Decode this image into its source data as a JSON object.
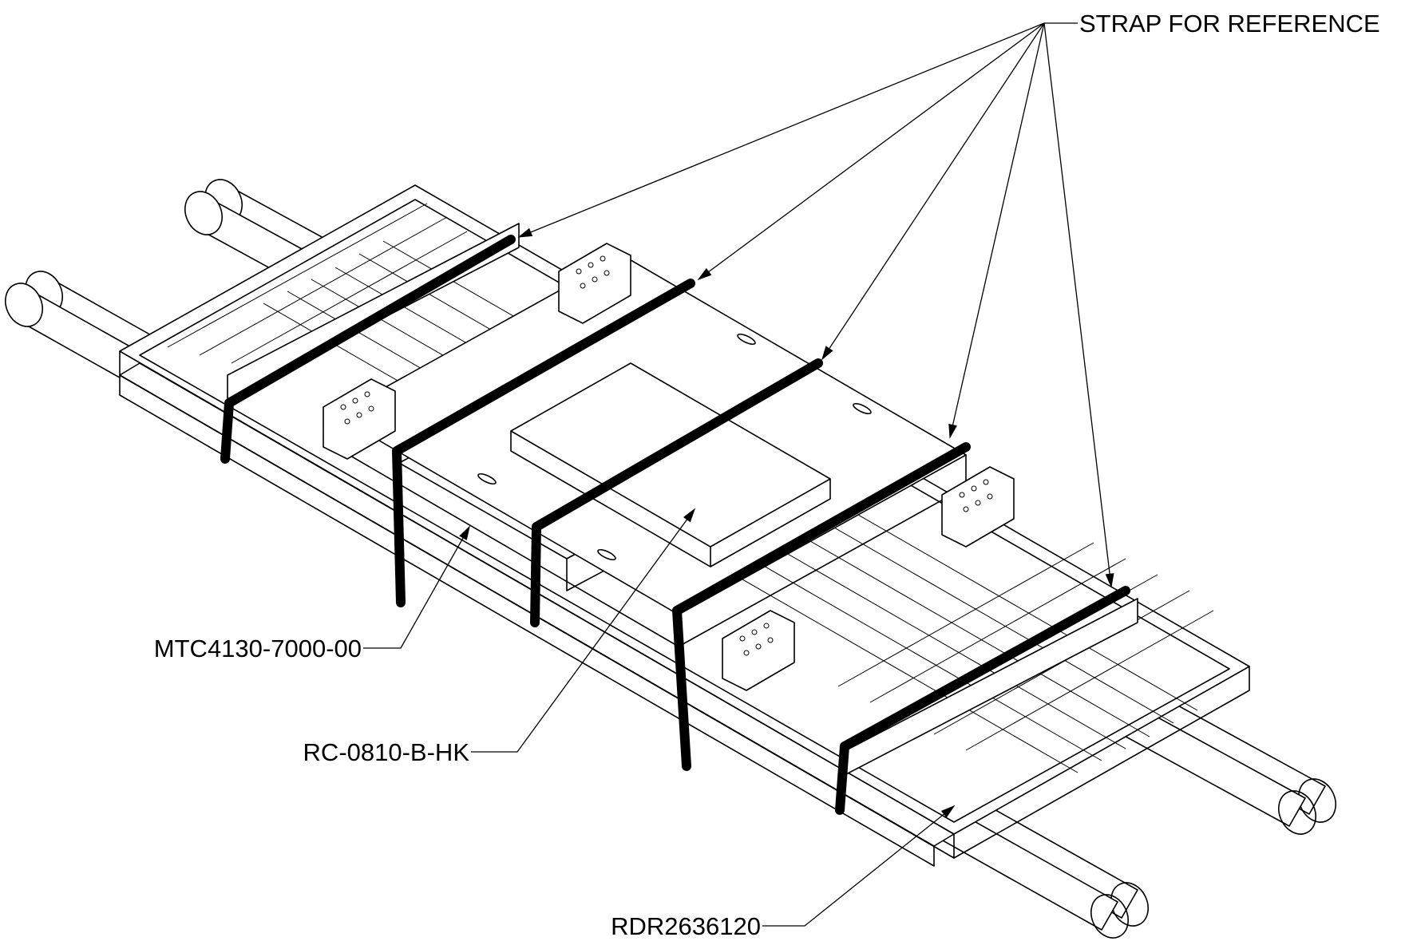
{
  "callouts": {
    "strap": "STRAP FOR REFERENCE",
    "mtc": "MTC4130-7000-00",
    "rc": "RC-0810-B-HK",
    "rdr": "RDR2636120"
  }
}
